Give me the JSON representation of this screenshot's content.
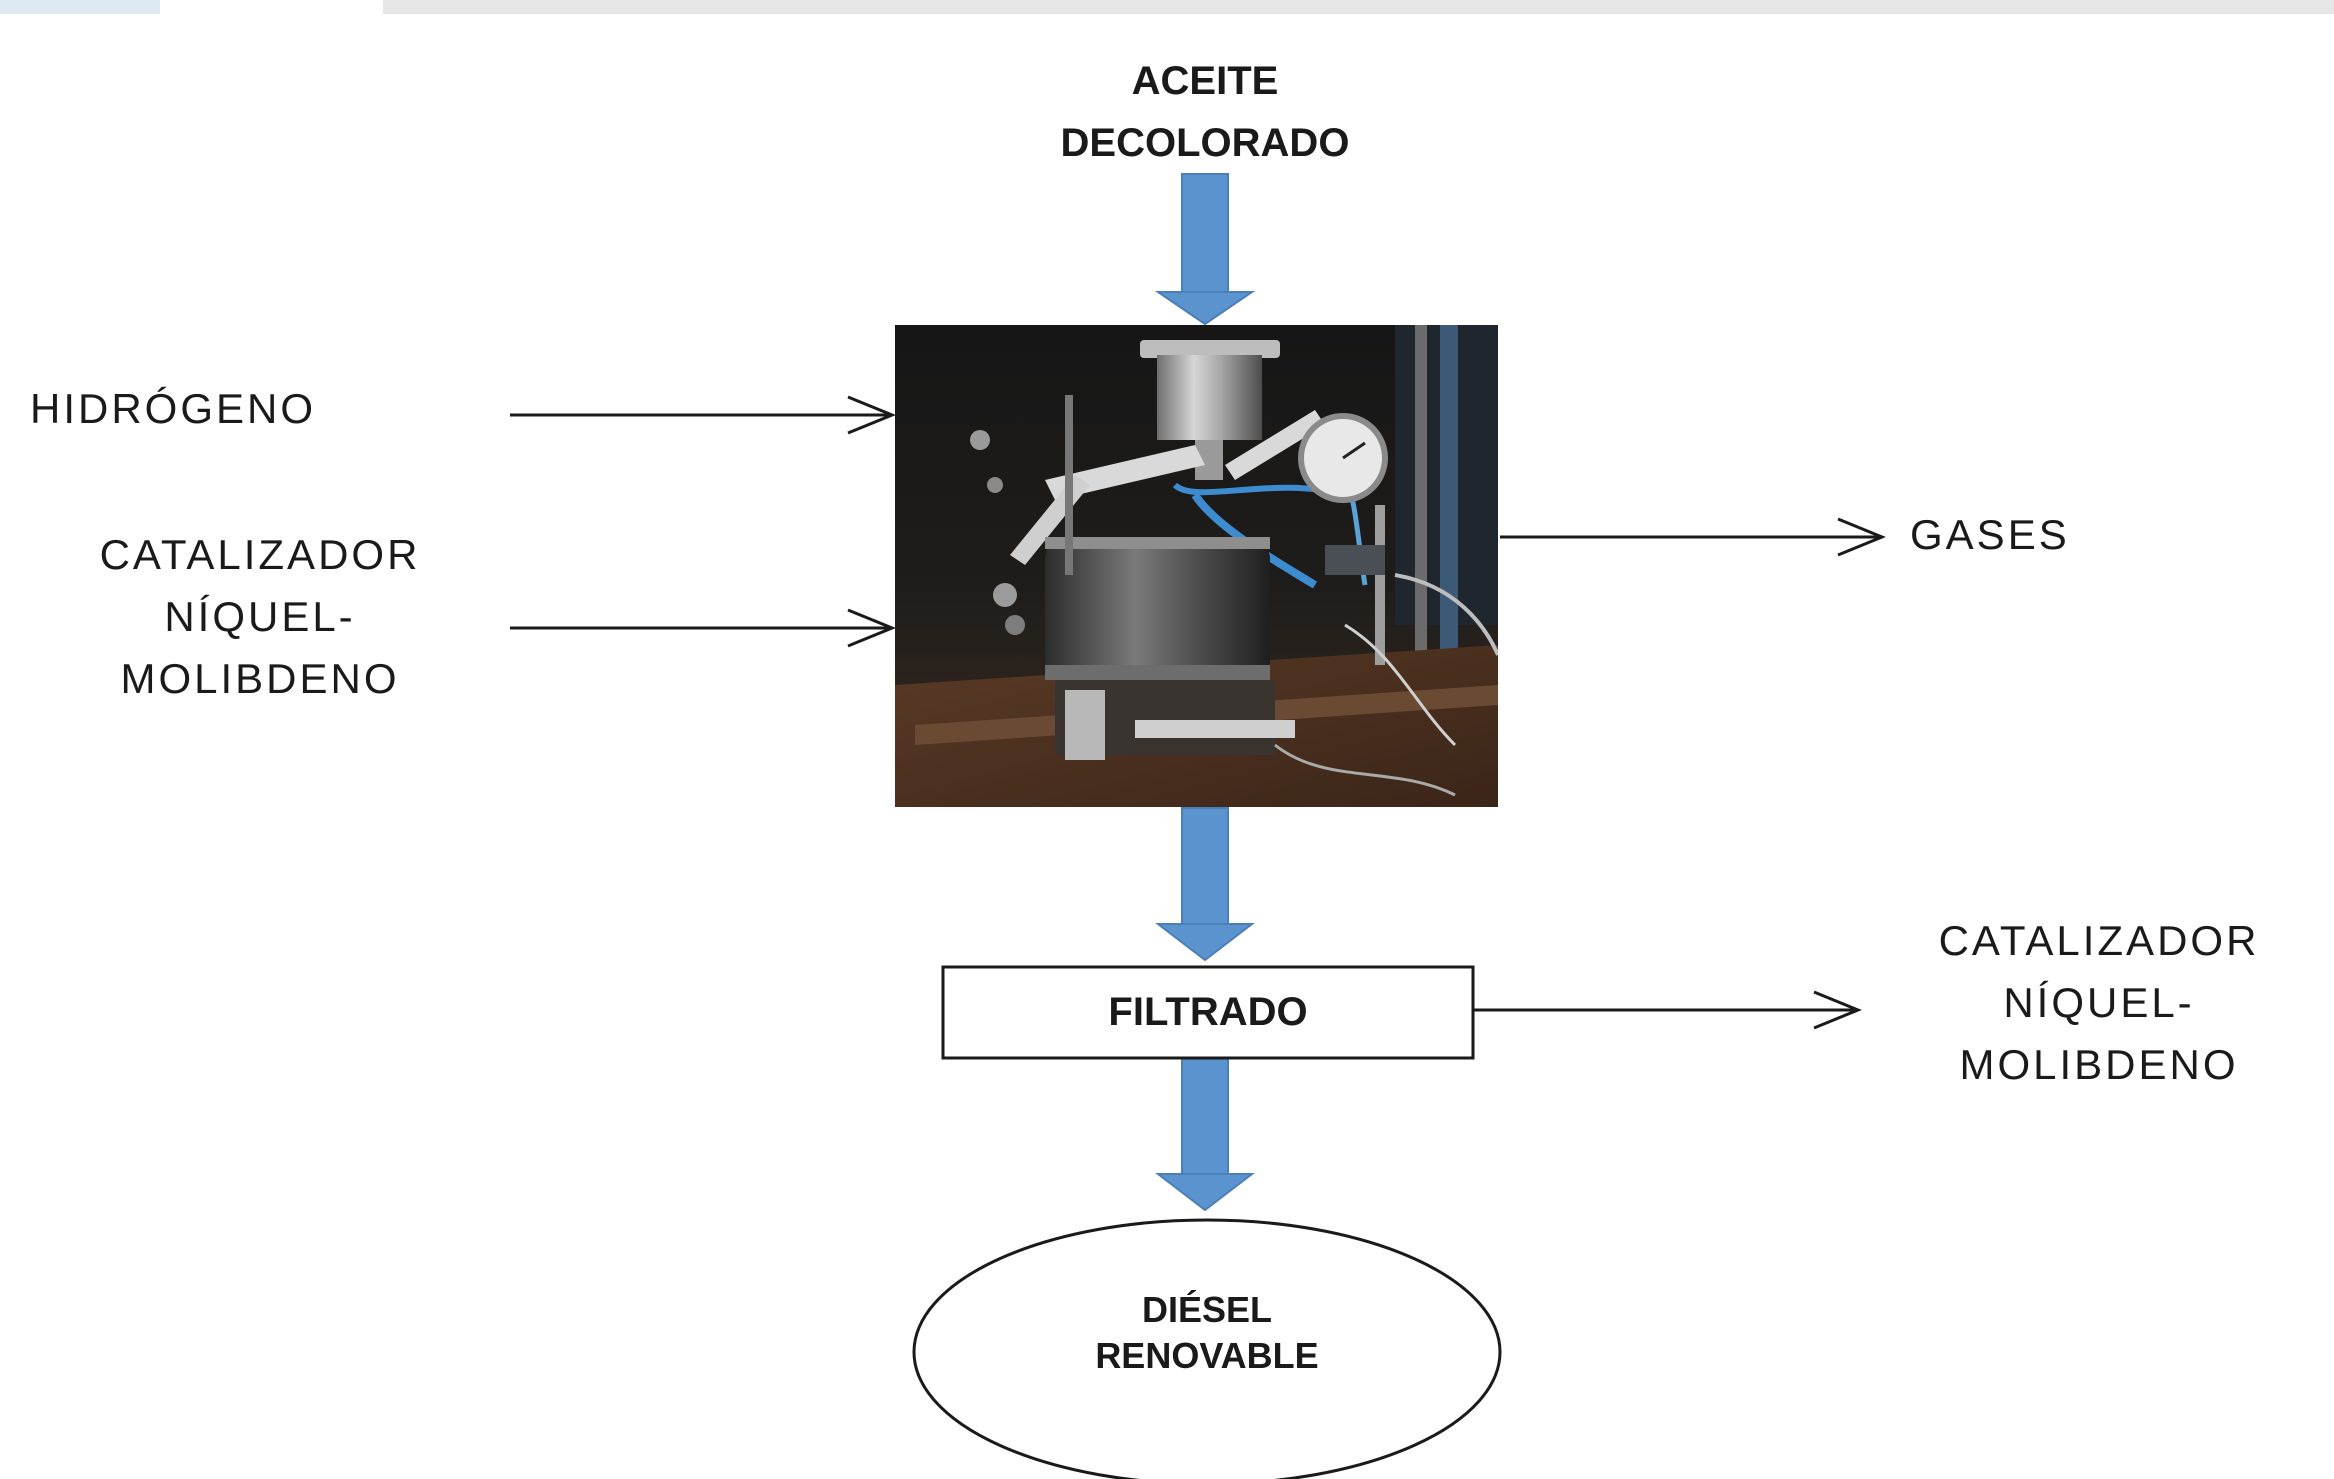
{
  "diagram": {
    "input_top": [
      "ACEITE",
      "DECOLORADO"
    ],
    "input_hydrogen": "HIDRÓGENO",
    "input_catalyst": [
      "CATALIZADOR",
      "NÍQUEL-",
      "MOLIBDENO"
    ],
    "output_gases": "GASES",
    "filter_label": "FILTRADO",
    "output_catalyst": [
      "CATALIZADOR",
      "NÍQUEL-",
      "MOLIBDENO"
    ],
    "product": [
      "DIÉSEL",
      "RENOVABLE"
    ]
  },
  "colors": {
    "flow_arrow": "#5b93cf",
    "flow_arrow_edge": "#4a7fb8",
    "line": "#1a1a1a"
  },
  "icons": {
    "reactor": "reactor-photo"
  }
}
